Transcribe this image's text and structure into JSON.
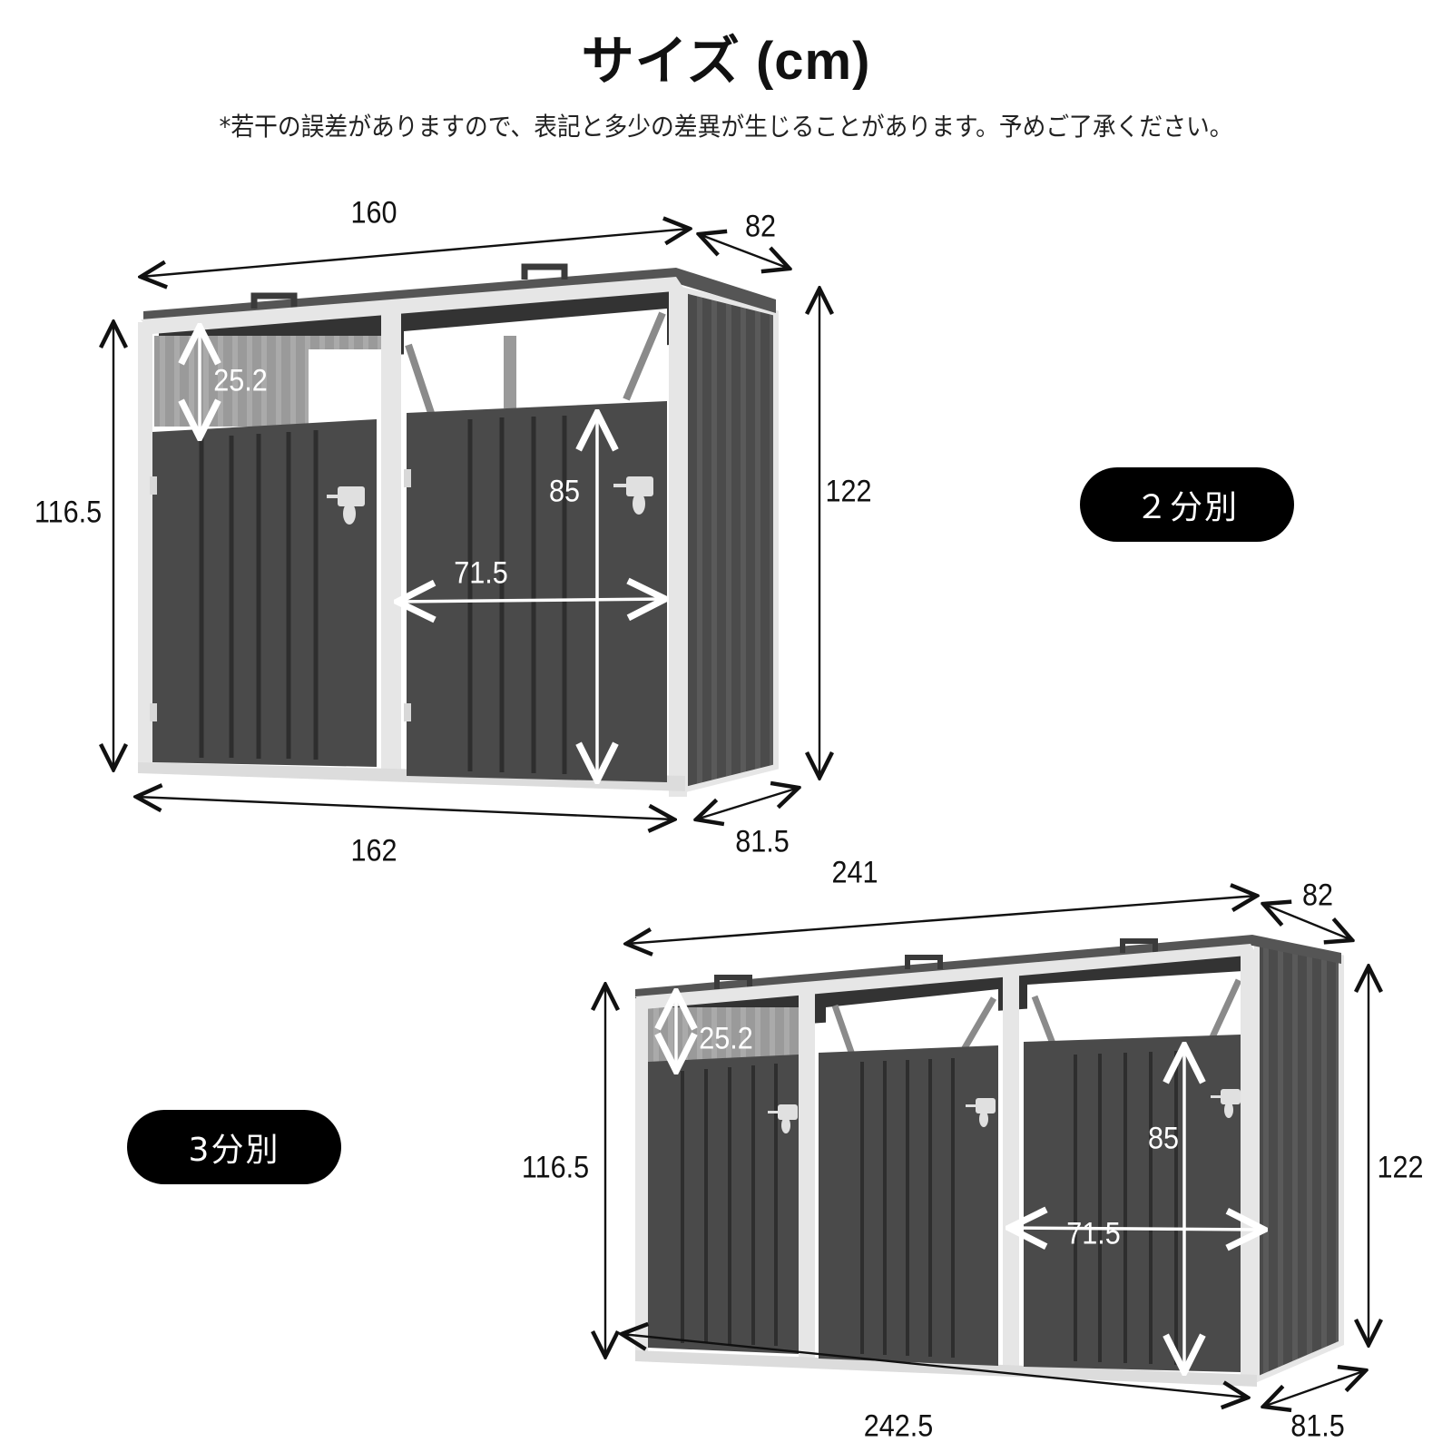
{
  "header": {
    "title": "サイズ (cm)",
    "note": "*若干の誤差がありますので、表記と多少の差異が生じることがあります。予めご了承ください。"
  },
  "colors": {
    "panel": "#4a4a4a",
    "panel_dark": "#3a3a3a",
    "frame": "#e6e6e6",
    "roof": "#555555",
    "badge_bg": "#000000",
    "badge_text": "#ffffff",
    "arrow_dark": "#111111",
    "arrow_light": "#ffffff"
  },
  "variants": [
    {
      "badge": "２分別",
      "compartments": 2,
      "dimensions": {
        "top_width": "160",
        "top_depth": "82",
        "front_height": "116.5",
        "back_height": "122",
        "bottom_width": "162",
        "bottom_depth": "81.5",
        "opening_height": "25.2",
        "door_height": "85",
        "door_width": "71.5"
      }
    },
    {
      "badge": "3分別",
      "compartments": 3,
      "dimensions": {
        "top_width": "241",
        "top_depth": "82",
        "front_height": "116.5",
        "back_height": "122",
        "bottom_width": "242.5",
        "bottom_depth": "81.5",
        "opening_height": "25.2",
        "door_height": "85",
        "door_width": "71.5"
      }
    }
  ]
}
